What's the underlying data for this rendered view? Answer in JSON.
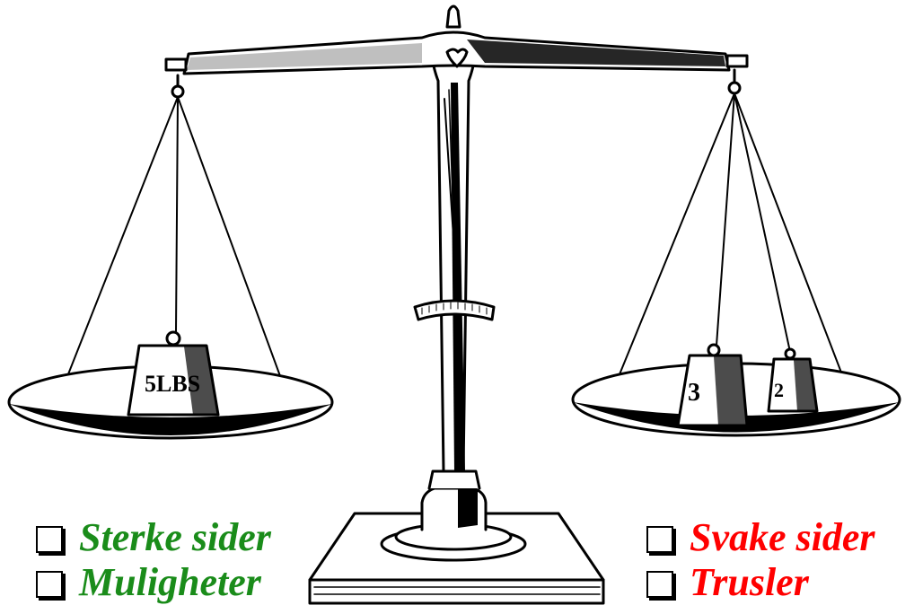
{
  "illustration": {
    "weights": {
      "left": "5LBS",
      "right_large": "3",
      "right_small": "2"
    }
  },
  "lists": {
    "left": {
      "color": "#1a8c1a",
      "items": [
        {
          "label": "Sterke sider"
        },
        {
          "label": "Muligheter"
        }
      ]
    },
    "right": {
      "color": "#ff0000",
      "items": [
        {
          "label": "Svake sider"
        },
        {
          "label": "Trusler"
        }
      ]
    }
  }
}
